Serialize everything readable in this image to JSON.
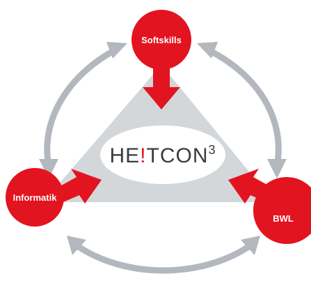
{
  "nodes": {
    "top": {
      "label": "Softskills"
    },
    "left": {
      "label": "Informatik"
    },
    "right": {
      "label": "BWL"
    }
  },
  "logo": {
    "part1": "HE",
    "part2": "!",
    "part3": "TCON",
    "superscript": "3"
  },
  "colors": {
    "node_red": "#e2141f",
    "arrow_red": "#e2141f",
    "cycle_arrow_gray": "#b2b8bd",
    "triangle_gray": "#d4d7da",
    "logo_text": "#3b3b3b",
    "logo_accent": "#e2141f",
    "ellipse_fill": "#ffffff"
  }
}
